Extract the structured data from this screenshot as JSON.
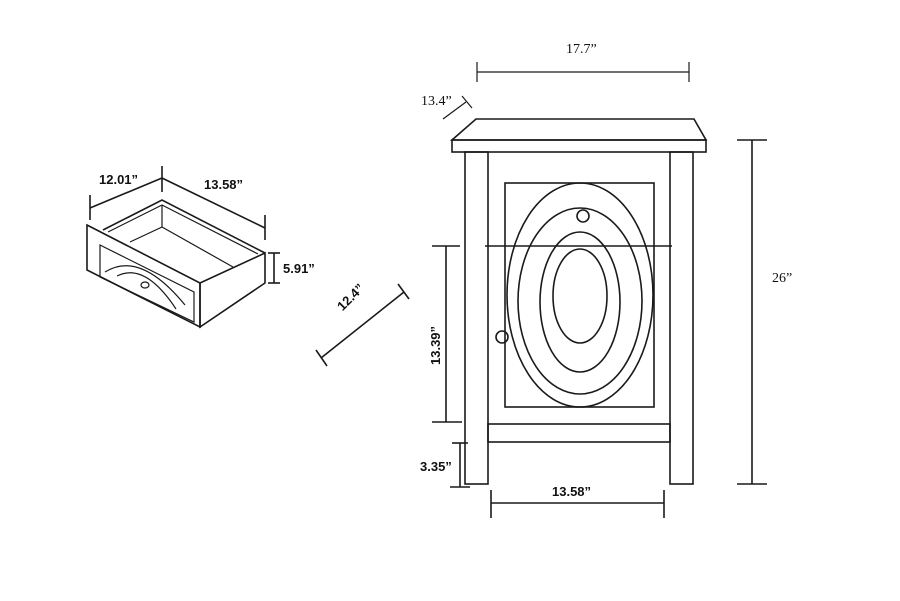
{
  "drawer": {
    "depth_label": "12.01”",
    "width_label": "13.58”",
    "height_label": "5.91”",
    "diagonal_label": "12.4”"
  },
  "cabinet": {
    "top_width_label": "17.7”",
    "top_depth_label": "13.4”",
    "total_height_label": "26”",
    "door_height_label": "13.39”",
    "leg_height_label": "3.35”",
    "inner_width_label": "13.58”"
  }
}
